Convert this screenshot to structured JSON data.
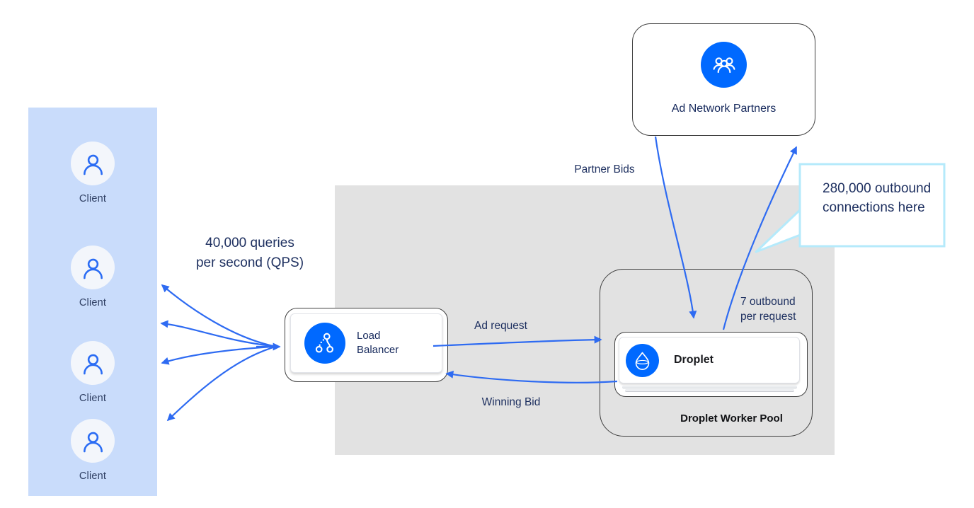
{
  "diagram": {
    "clients": {
      "labels": [
        "Client",
        "Client",
        "Client",
        "Client"
      ]
    },
    "qps_note": {
      "line1": "40,000 queries",
      "line2": "per second (QPS)"
    },
    "load_balancer": {
      "label": "Load Balancer"
    },
    "edge_labels": {
      "ad_request": "Ad request",
      "winning_bid": "Winning Bid",
      "partner_bids": "Partner Bids"
    },
    "droplet_pool": {
      "title": "Droplet Worker Pool",
      "droplet": "Droplet",
      "outbound_note": {
        "line1": "7 outbound",
        "line2": "per request"
      }
    },
    "ad_network": {
      "label": "Ad Network Partners"
    },
    "callout": {
      "line1": "280,000 outbound",
      "line2": "connections here"
    },
    "icons": {
      "client": "person-icon",
      "load_balancer": "load-balancer-nodes-icon",
      "droplet": "droplet-icon",
      "ad_network": "people-group-icon"
    },
    "colors": {
      "brand_blue": "#0069ff",
      "arrow_blue": "#2e6bf2",
      "navy_text": "#1e3060",
      "panel_blue": "#c9dcfb",
      "region_gray": "#e2e2e2",
      "callout_border": "#b5eafb",
      "node_border": "#3f3f3f"
    }
  }
}
